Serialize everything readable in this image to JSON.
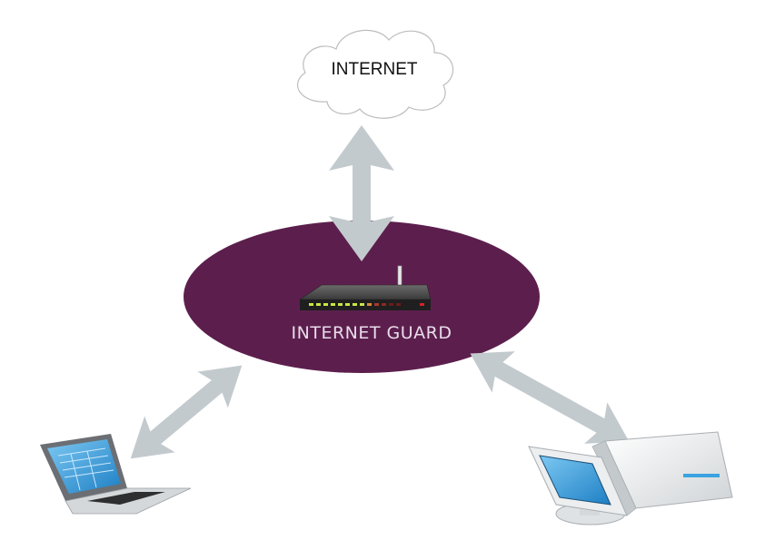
{
  "cloud": {
    "label": "INTERNET"
  },
  "hub": {
    "label": "INTERNET GUARD",
    "color": "#5c1f4d"
  },
  "arrow_color": "#c3cace",
  "screen_color": "#3aa3e0",
  "edges": [
    {
      "from": "hub",
      "to": "cloud",
      "direction": "bidirectional"
    },
    {
      "from": "hub",
      "to": "laptop",
      "direction": "bidirectional"
    },
    {
      "from": "hub",
      "to": "desktop-computer",
      "direction": "bidirectional"
    }
  ]
}
